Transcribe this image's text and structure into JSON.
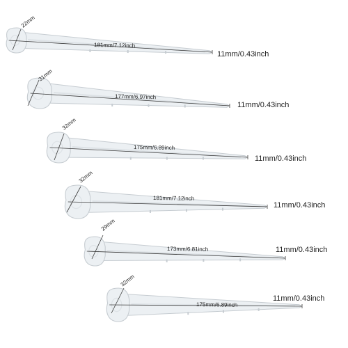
{
  "palette": {
    "mold": "#ecf0f3",
    "mold_edge": "#c6ccd1",
    "mold_shadow": "#dde2e6",
    "measure_line": "#3a3a3a",
    "text": "#222222"
  },
  "molds": [
    {
      "head_label": "22mm",
      "length_label": "181mm/7.12inch",
      "tip_label": "11mm/0.43inch"
    },
    {
      "head_label": "31mm",
      "length_label": "177mm/6.97inch",
      "tip_label": "11mm/0.43inch"
    },
    {
      "head_label": "32mm",
      "length_label": "175mm/6.89inch",
      "tip_label": "11mm/0.43inch"
    },
    {
      "head_label": "32mm",
      "length_label": "181mm/7.12inch",
      "tip_label": "11mm/0.43inch"
    },
    {
      "head_label": "29mm",
      "length_label": "173mm/6.81inch",
      "tip_label": "11mm/0.43inch"
    },
    {
      "head_label": "32mm",
      "length_label": "175mm/6.89inch",
      "tip_label": "11mm/0.43inch"
    }
  ]
}
